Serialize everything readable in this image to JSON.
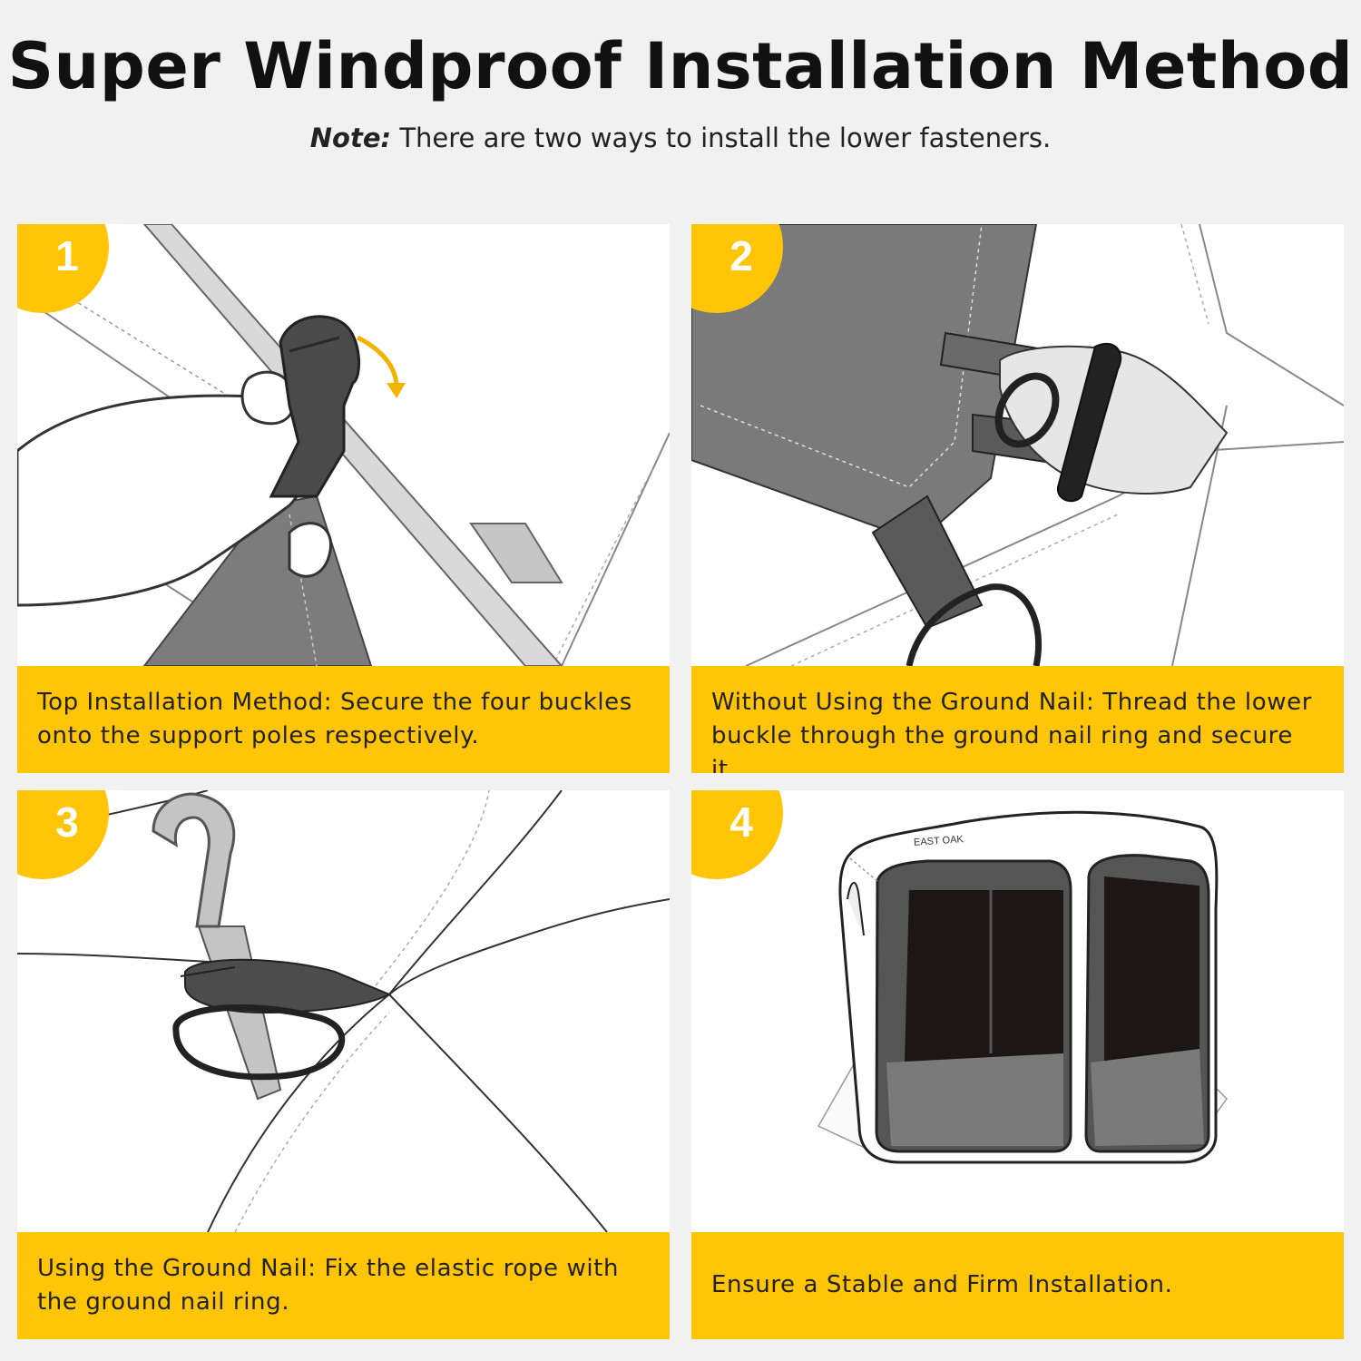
{
  "header": {
    "title": "Super Windproof Installation Method",
    "note_label": "Note:",
    "note_text": " There are two ways to install the lower fasteners."
  },
  "panels": [
    {
      "number": "1",
      "caption": "Top Installation Method: Secure the four buckles onto the support poles respectively."
    },
    {
      "number": "2",
      "caption": "Without Using the Ground Nail: Thread the lower buckle through the ground nail ring and secure it."
    },
    {
      "number": "3",
      "caption": "Using the Ground Nail: Fix the elastic rope with the ground nail ring."
    },
    {
      "number": "4",
      "caption": "Ensure a Stable and Firm Installation."
    }
  ],
  "tent_brand": "EAST OAK",
  "colors": {
    "accent": "#ffc506",
    "page_bg": "#f1f1f1",
    "panel_bg": "#ffffff"
  }
}
